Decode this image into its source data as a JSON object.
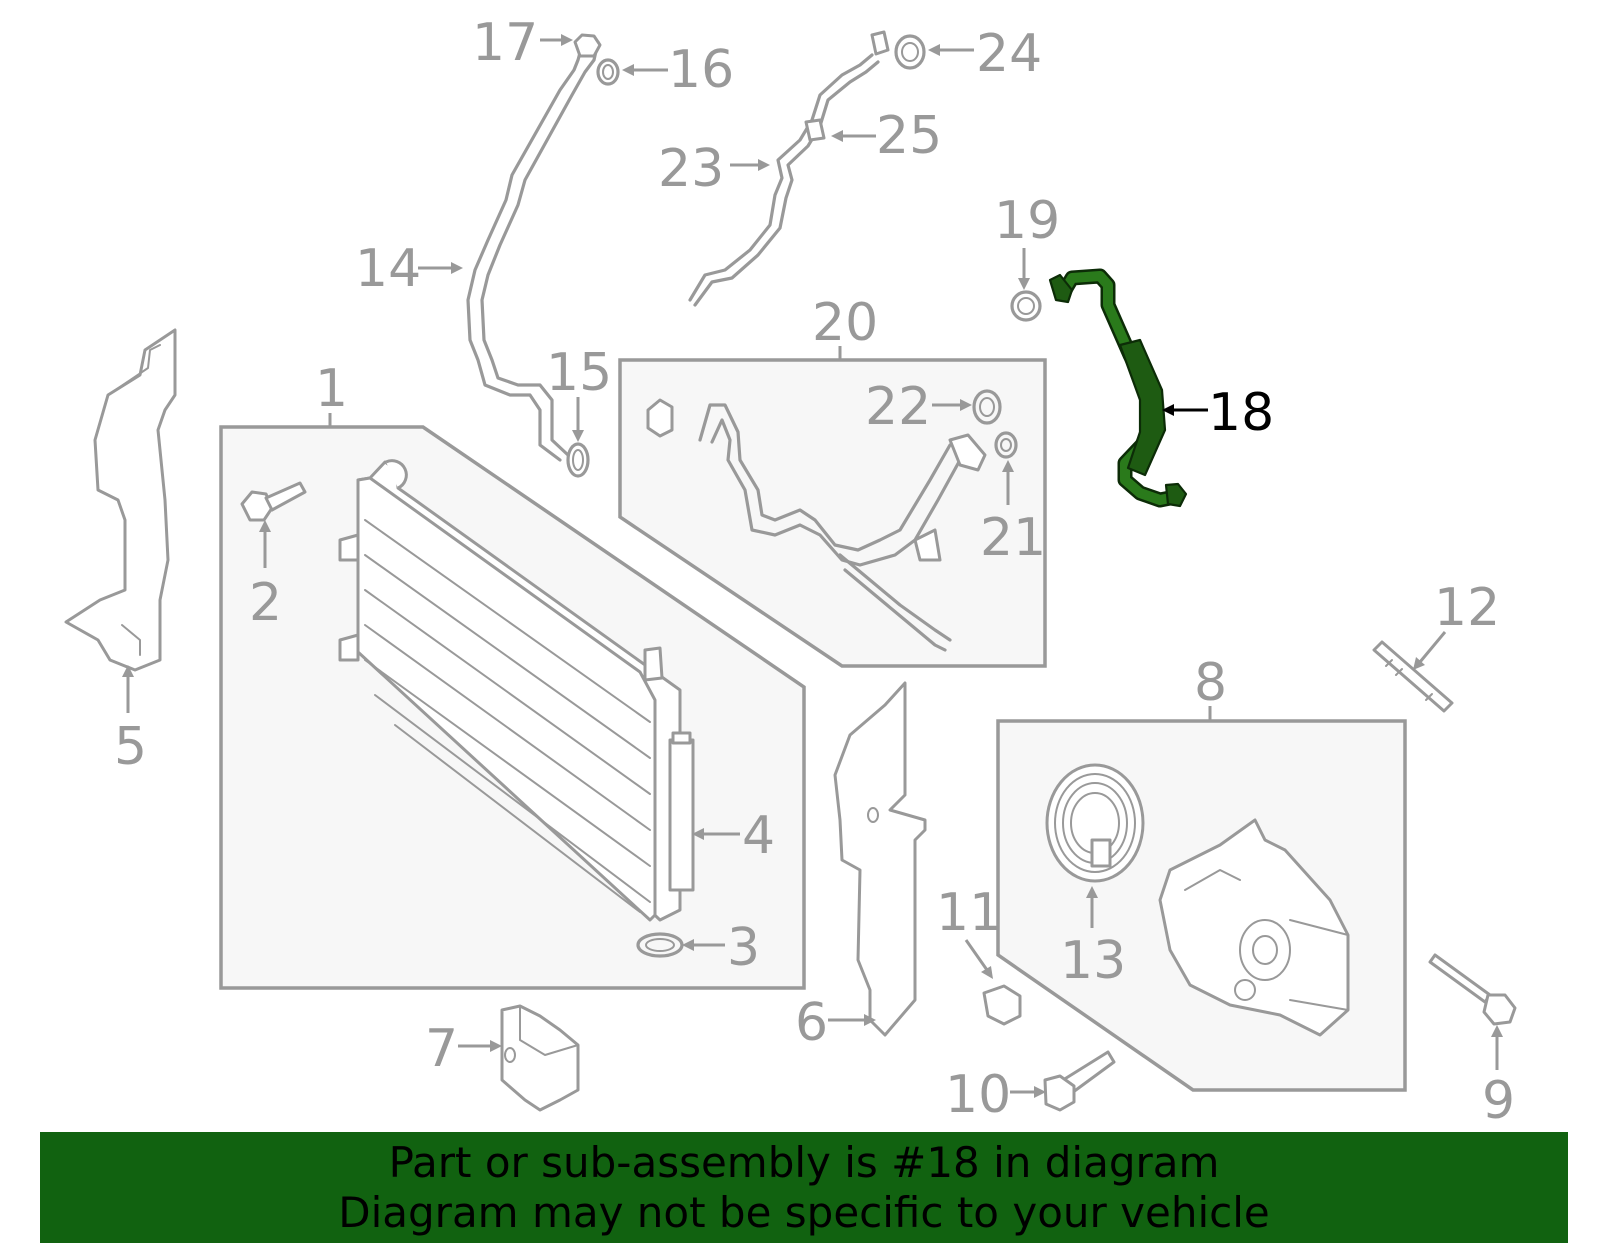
{
  "diagram": {
    "highlighted_part": "18",
    "highlight_color": "#1e5b12",
    "line_color": "#999999",
    "callouts": [
      {
        "id": "c1",
        "label": "1"
      },
      {
        "id": "c2",
        "label": "2"
      },
      {
        "id": "c3",
        "label": "3"
      },
      {
        "id": "c4",
        "label": "4"
      },
      {
        "id": "c5",
        "label": "5"
      },
      {
        "id": "c6",
        "label": "6"
      },
      {
        "id": "c7",
        "label": "7"
      },
      {
        "id": "c8",
        "label": "8"
      },
      {
        "id": "c9",
        "label": "9"
      },
      {
        "id": "c10",
        "label": "10"
      },
      {
        "id": "c11",
        "label": "11"
      },
      {
        "id": "c12",
        "label": "12"
      },
      {
        "id": "c13",
        "label": "13"
      },
      {
        "id": "c14",
        "label": "14"
      },
      {
        "id": "c15",
        "label": "15"
      },
      {
        "id": "c16",
        "label": "16"
      },
      {
        "id": "c17",
        "label": "17"
      },
      {
        "id": "c18",
        "label": "18"
      },
      {
        "id": "c19",
        "label": "19"
      },
      {
        "id": "c20",
        "label": "20"
      },
      {
        "id": "c21",
        "label": "21"
      },
      {
        "id": "c22",
        "label": "22"
      },
      {
        "id": "c23",
        "label": "23"
      },
      {
        "id": "c24",
        "label": "24"
      },
      {
        "id": "c25",
        "label": "25"
      }
    ]
  },
  "banner": {
    "line1": "Part or sub-assembly is #18 in diagram",
    "line2": "Diagram may not be specific to your vehicle",
    "background": "#116210"
  }
}
